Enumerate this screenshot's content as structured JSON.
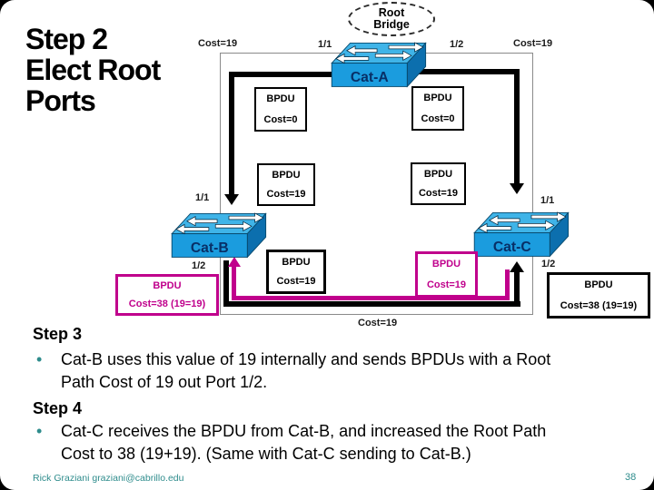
{
  "slide": {
    "title_lines": [
      "Step 2",
      "Elect Root",
      "Ports"
    ],
    "footer": "Rick Graziani  graziani@cabrillo.edu",
    "page_number": "38"
  },
  "colors": {
    "magenta": "#C0008C",
    "teal": "#2E8C8C",
    "switch_top": "#3FB4E8",
    "switch_front": "#1B9CDE",
    "switch_side": "#0C6FAE",
    "switch_label_navy": "#082F66"
  },
  "diagram": {
    "root_bridge": {
      "line1": "Root",
      "line2": "Bridge"
    },
    "switches": {
      "a": {
        "label": "Cat-A"
      },
      "b": {
        "label": "Cat-B"
      },
      "c": {
        "label": "Cat-C"
      }
    },
    "labels": {
      "cost_top_left": "Cost=19",
      "cost_top_right": "Cost=19",
      "cost_bottom": "Cost=19",
      "port_a_left": "1/1",
      "port_a_right": "1/2",
      "port_b_top": "1/1",
      "port_b_bottom": "1/2",
      "port_c_top": "1/1",
      "port_c_bottom": "1/2"
    },
    "bpdu": {
      "top_left": {
        "line1": "BPDU",
        "line2": "Cost=0"
      },
      "top_right": {
        "line1": "BPDU",
        "line2": "Cost=0"
      },
      "mid_left": {
        "line1": "BPDU",
        "line2": "Cost=19"
      },
      "mid_right": {
        "line1": "BPDU",
        "line2": "Cost=19"
      },
      "bottom_left": {
        "line1": "BPDU",
        "line2": "Cost=19"
      },
      "bottom_right": {
        "line1": "BPDU",
        "line2": "Cost=19"
      },
      "far_left": {
        "line1": "BPDU",
        "line2": "Cost=38 (19=19)"
      },
      "far_right": {
        "line1": "BPDU",
        "line2": "Cost=38 (19=19)"
      }
    }
  },
  "body": {
    "step3_heading": "Step 3",
    "step3_bullet": "Cat-B uses this value of 19 internally and sends BPDUs with a Root Path Cost of 19 out Port 1/2.",
    "step4_heading": "Step 4",
    "step4_bullet": "Cat-C receives the BPDU from Cat-B, and increased the Root Path Cost to 38 (19+19).  (Same with Cat-C sending to Cat-B.)"
  }
}
